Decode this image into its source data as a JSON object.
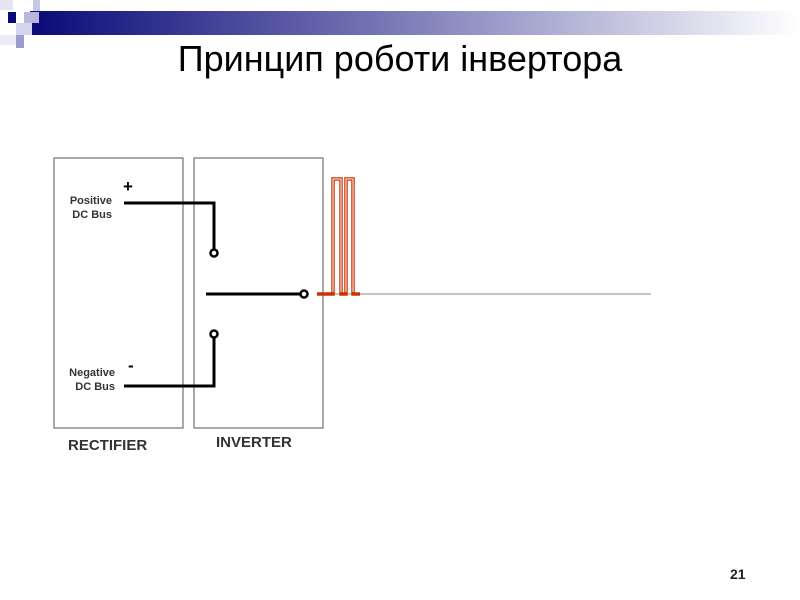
{
  "slide": {
    "title": "Принцип роботи інвертора",
    "page_number": "21"
  },
  "diagram": {
    "positive_label_line1": "Positive",
    "positive_label_line2": "DC Bus",
    "negative_label_line1": "Negative",
    "negative_label_line2": "DC Bus",
    "plus_sign": "+",
    "minus_sign": "-",
    "rectifier_label": "RECTIFIER",
    "inverter_label": "INVERTER",
    "pulse_color": "#cc3300",
    "accent_color": "#1a1a80"
  }
}
